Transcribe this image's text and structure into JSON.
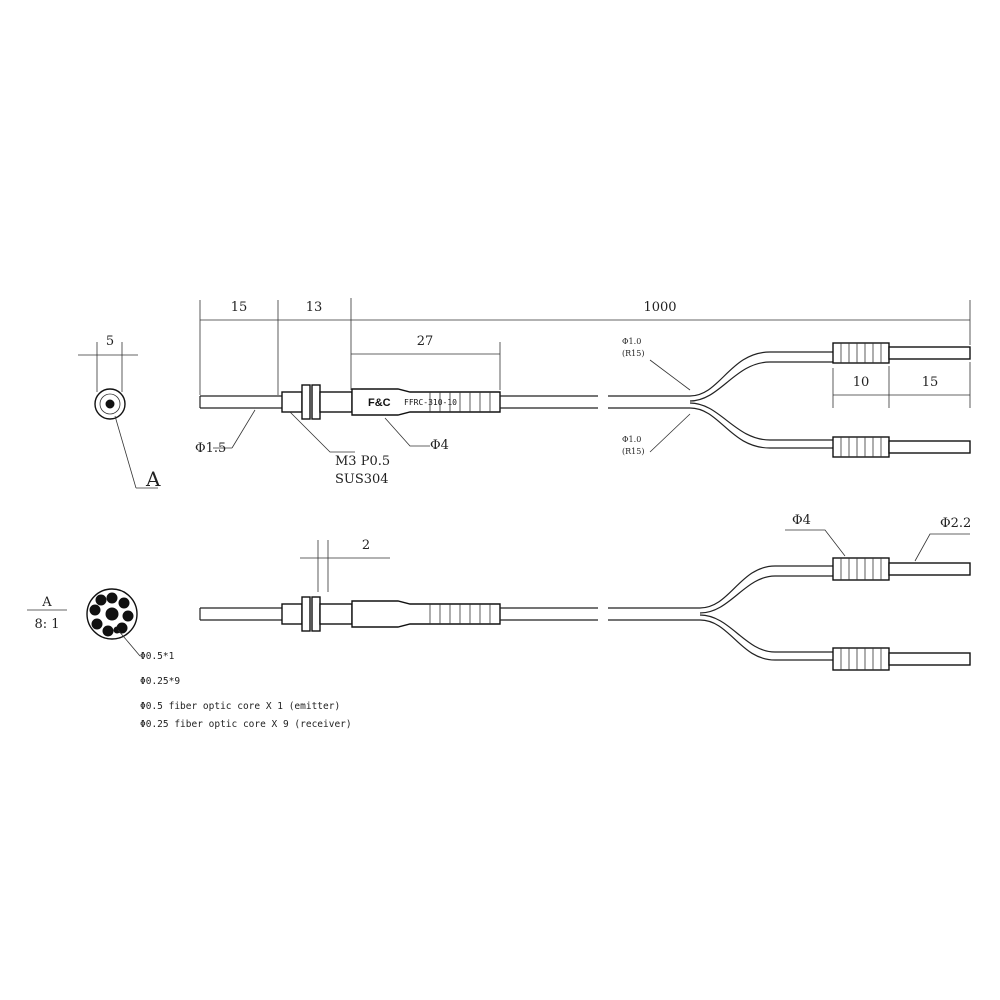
{
  "top_view": {
    "dim_left": "15",
    "dim_mid": "13",
    "dim_total": "1000",
    "dim_sleeve": "27",
    "dim_tip": "5",
    "dim_head": "10",
    "dim_end": "15",
    "probe_dia": "Φ1.5",
    "thread": "M3 P0.5",
    "material": "SUS304",
    "body_dia": "Φ4",
    "cable_upper_dia": "Φ1.0",
    "cable_upper_note": "(R15)",
    "cable_lower_dia": "Φ1.0",
    "cable_lower_note": "(R15)",
    "brand": "F&C",
    "part_number": "FFRC-310-10",
    "view_label": "A"
  },
  "bottom_view": {
    "dim_nut": "2",
    "head_dia": "Φ4",
    "end_dia": "Φ2.2",
    "detail_label": "A",
    "detail_scale": "8: 1",
    "core_emitter": "Φ0.5*1",
    "core_receiver": "Φ0.25*9"
  },
  "notes": {
    "line1": "Φ0.5  fiber optic core X 1 (emitter)",
    "line2": "Φ0.25 fiber optic core X 9 (receiver)"
  }
}
